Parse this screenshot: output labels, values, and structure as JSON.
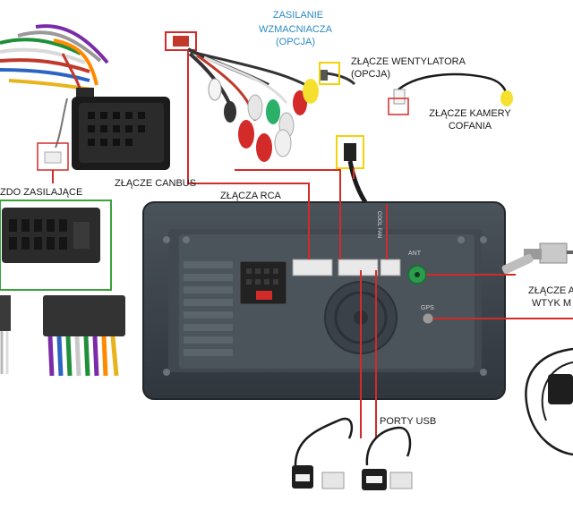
{
  "labels": {
    "zasilanie": [
      "ZASILANIE",
      "WZMACNIACZA",
      "(OPCJA)"
    ],
    "wentylator": [
      "ZŁĄCZE WENTYLATORA",
      "(OPCJA)"
    ],
    "kamera": [
      "ZŁĄCZE KAMERY",
      "COFANIA"
    ],
    "zasilajace": "ZDO ZASILAJĄCE",
    "canbus": "ZŁĄCZE CANBUS",
    "rca": "ZŁĄCZA RCA",
    "antena": [
      "ZŁĄCZE A",
      "WTYK M"
    ],
    "usb": "PORTY USB"
  },
  "device_silkscreen": {
    "ant": "ANT",
    "gps": "GPS",
    "cable_tag": "COOL FAN"
  },
  "colors": {
    "callout_red": "#d32a2a",
    "highlight_yellow": "#f2d20a",
    "highlight_green": "#3aa33a",
    "label_blue": "#2a8bc4",
    "device_body": "#3c434b",
    "antenna_port": "#2c9b4e"
  },
  "icons": [
    "iso-harness-connector",
    "quadlock-connector",
    "rca-cable-bundle",
    "fan-connector",
    "camera-connector",
    "canbus-connector",
    "antenna-plug",
    "usb-cable",
    "gps-antenna"
  ]
}
